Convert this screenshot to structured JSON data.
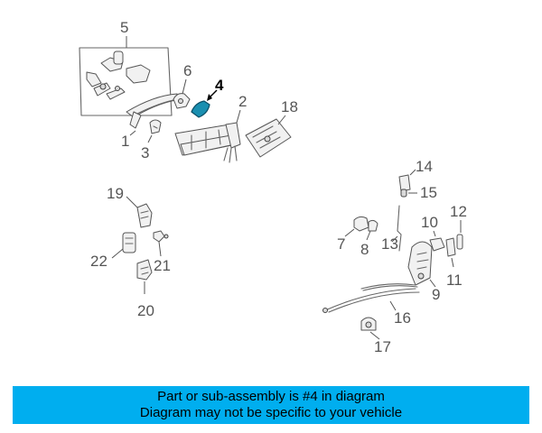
{
  "diagram": {
    "highlighted_part": "4",
    "accent_color": "#00aeef",
    "callouts": {
      "c1": "1",
      "c2": "2",
      "c3": "3",
      "c4": "4",
      "c5": "5",
      "c6": "6",
      "c7": "7",
      "c8": "8",
      "c9": "9",
      "c10": "10",
      "c11": "11",
      "c12": "12",
      "c13": "13",
      "c14": "14",
      "c15": "15",
      "c16": "16",
      "c17": "17",
      "c18": "18",
      "c19": "19",
      "c20": "20",
      "c21": "21",
      "c22": "22"
    }
  },
  "banner": {
    "line1": "Part or sub-assembly is #4 in diagram",
    "line2": "Diagram may not be specific to your vehicle"
  }
}
